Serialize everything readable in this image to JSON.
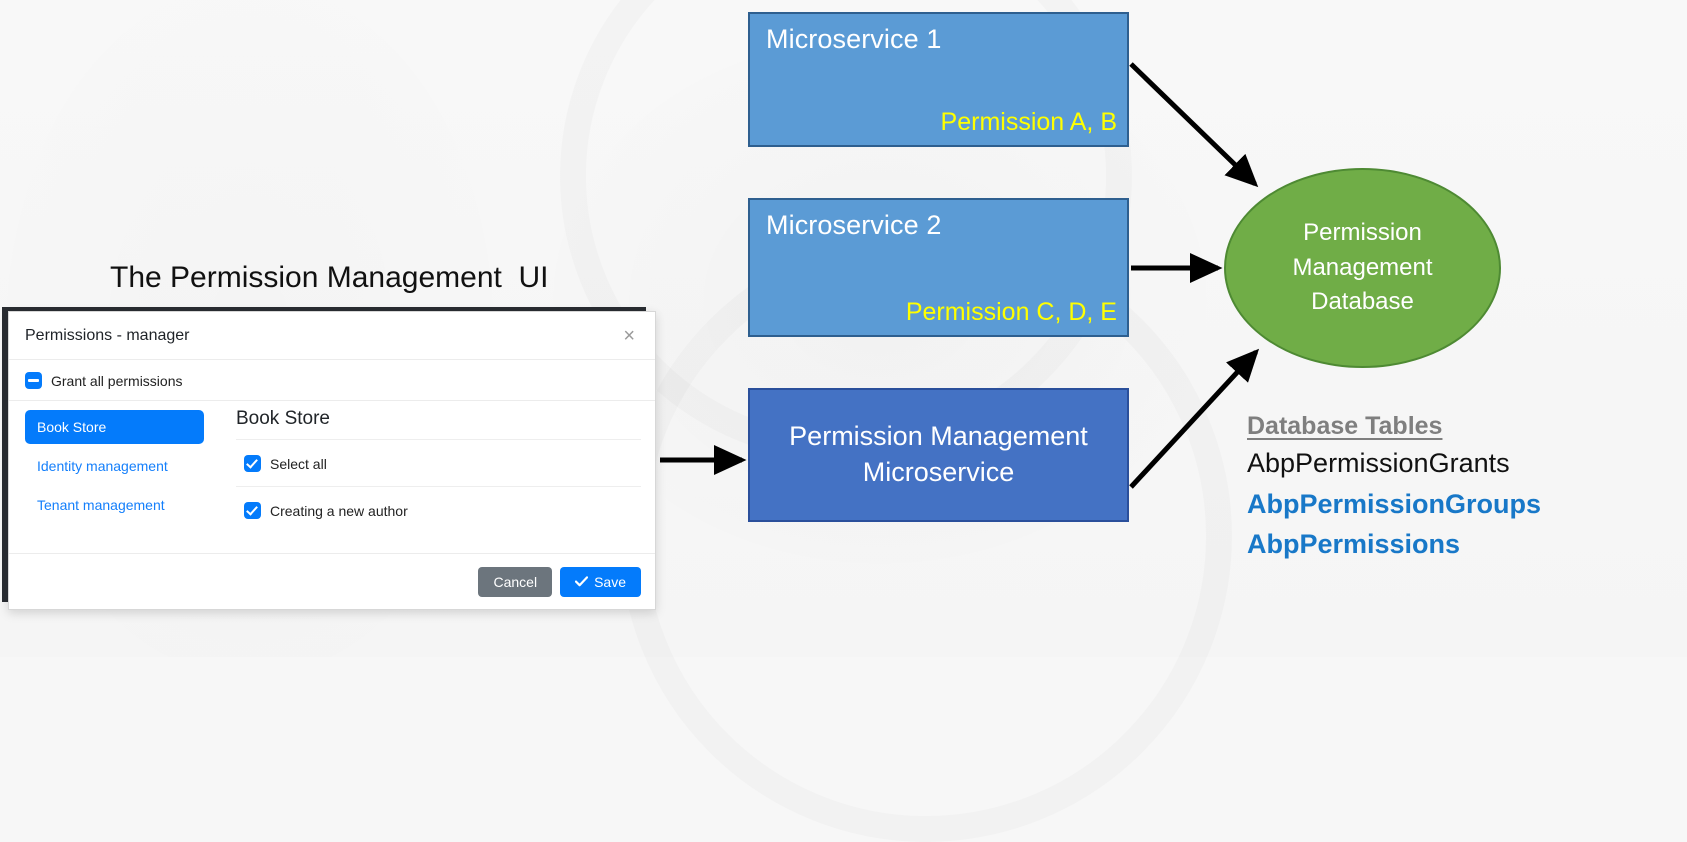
{
  "caption": {
    "ui_label": "The Permission Management  UI"
  },
  "diagram": {
    "nodes": [
      {
        "name": "microservice-1",
        "title": "Microservice 1",
        "permissions": "Permission A, B",
        "fill": "#5B9BD5",
        "border": "#2E5F8F"
      },
      {
        "name": "microservice-2",
        "title": "Microservice 2",
        "permissions": "Permission C, D, E",
        "fill": "#5B9BD5",
        "border": "#2E5F8F"
      },
      {
        "name": "permission-management-microservice",
        "title": "Permission Management Microservice",
        "fill": "#4472C4",
        "border": "#2A4F9B"
      }
    ],
    "database": {
      "label": "Permission\nManagement\nDatabase",
      "line1": "Permission",
      "line2": "Management",
      "line3": "Database",
      "fill": "#70AD47",
      "border": "#4E8A33"
    },
    "arrow_color": "#000000"
  },
  "tables_legend": {
    "heading": "Database Tables",
    "heading_color": "#7F7F7F",
    "items": [
      {
        "label": "AbpPermissionGrants",
        "color": "#111111",
        "bold": false
      },
      {
        "label": "AbpPermissionGroups",
        "color": "#1878C8",
        "bold": true
      },
      {
        "label": "AbpPermissions",
        "color": "#1878C8",
        "bold": true
      }
    ]
  },
  "dialog": {
    "title": "Permissions - manager",
    "close_label": "×",
    "grant_all": {
      "label": "Grant all permissions",
      "state": "indeterminate"
    },
    "nav": [
      {
        "label": "Book Store",
        "active": true
      },
      {
        "label": "Identity management",
        "active": false
      },
      {
        "label": "Tenant management",
        "active": false
      }
    ],
    "pane": {
      "title": "Book Store",
      "permissions": [
        {
          "label": "Select all",
          "checked": true
        },
        {
          "label": "Creating a new author",
          "checked": true
        }
      ]
    },
    "footer": {
      "cancel_label": "Cancel",
      "save_label": "Save",
      "save_icon": "check-icon"
    },
    "accent_color": "#047BFB"
  }
}
